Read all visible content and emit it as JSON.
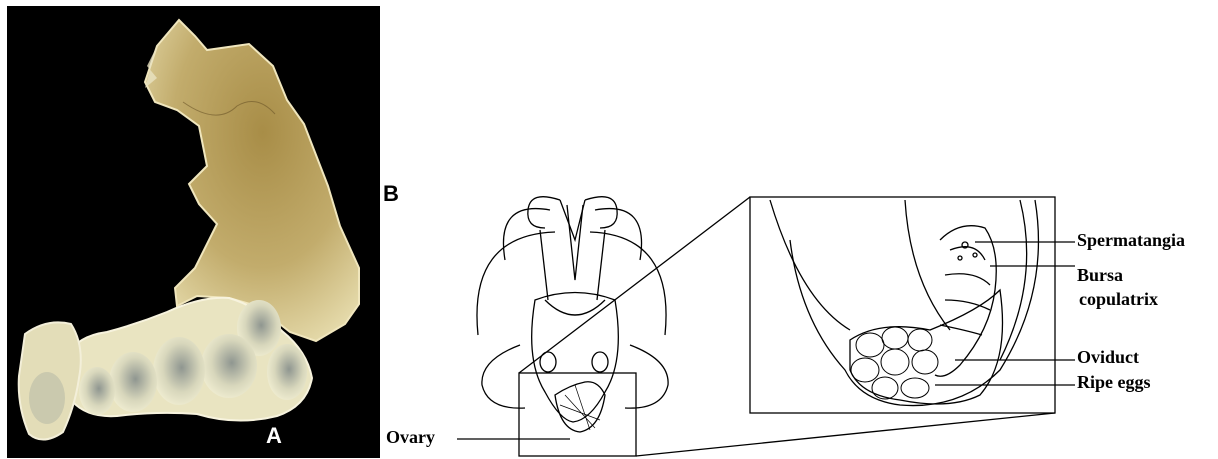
{
  "panels": {
    "a": "A",
    "b": "B"
  },
  "labels": {
    "spermatangia": "Spermatangia",
    "bursa_line1": "Bursa",
    "bursa_line2": "copulatrix",
    "oviduct": "Oviduct",
    "ripe_eggs": "Ripe eggs",
    "ovary": "Ovary"
  },
  "colors": {
    "photo_background": "#000000",
    "tissue": "#b39c5a",
    "eggs": "#e6e3c4"
  }
}
